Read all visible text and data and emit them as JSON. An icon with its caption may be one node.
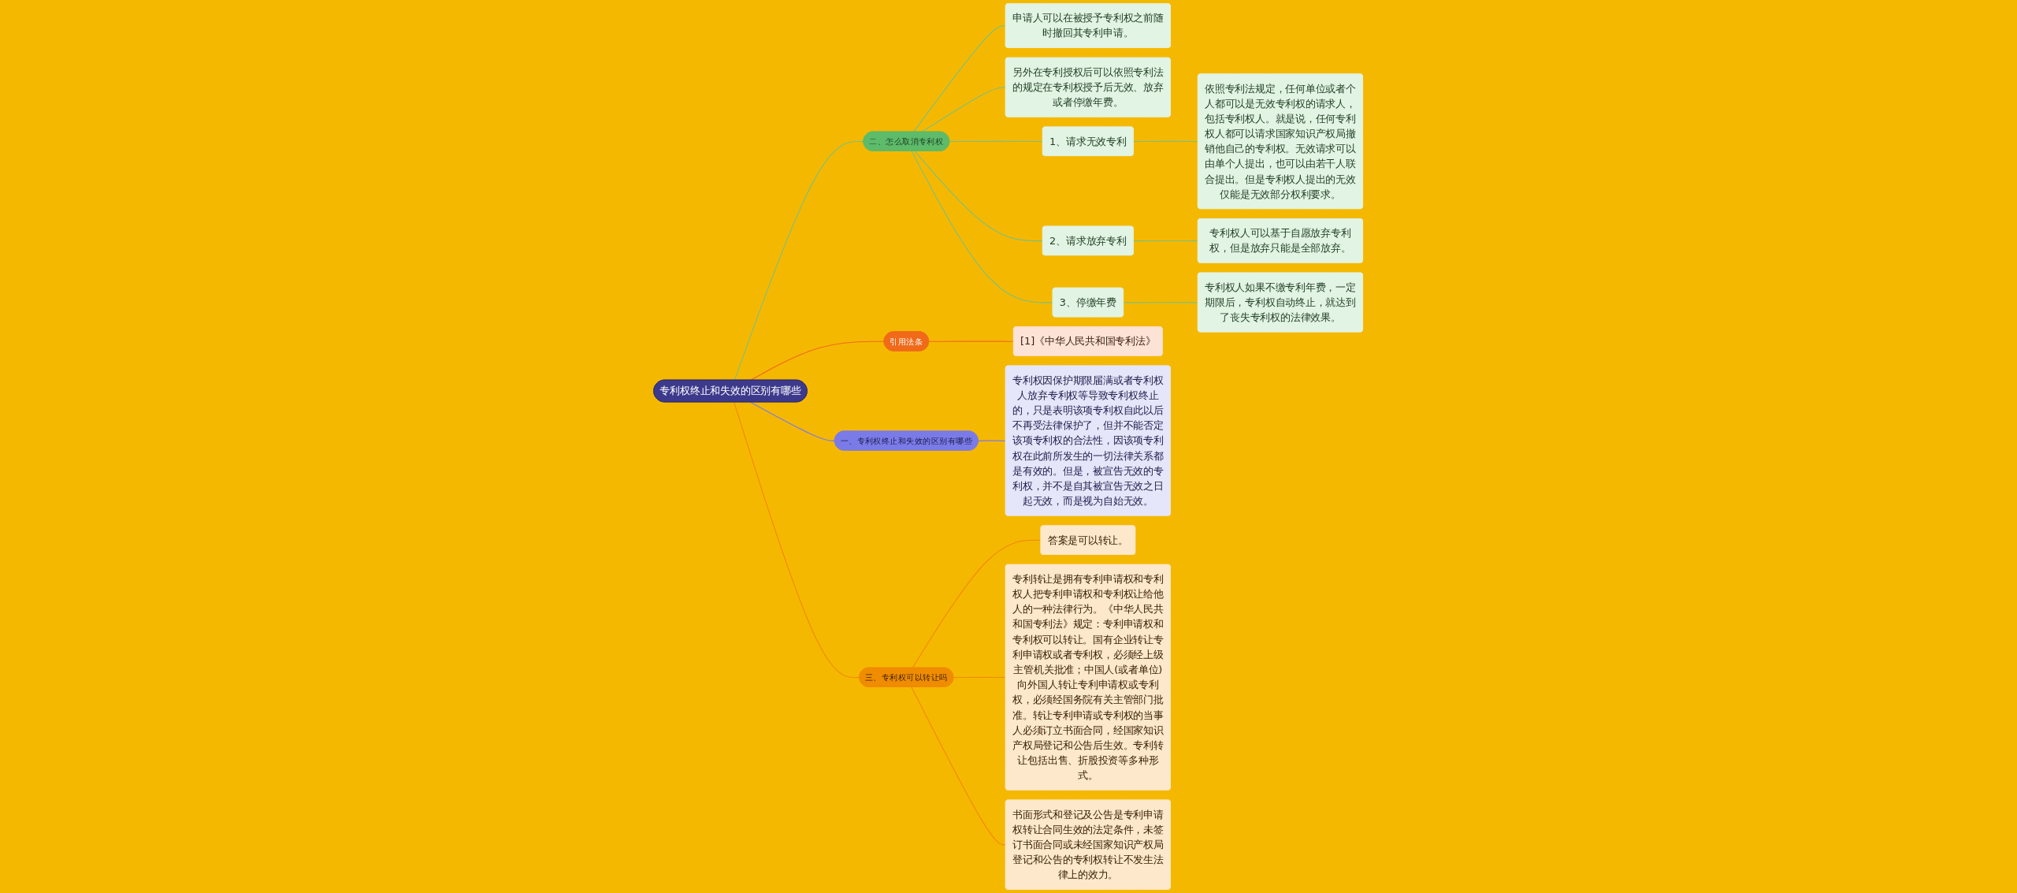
{
  "diagram": {
    "nodes": [
      {
        "text": [
          "专利权终止和失效的区别有哪些"
        ]
      },
      {
        "text": [
          "二、怎么取消专利权"
        ]
      },
      {
        "text": [
          "申请人可以在被授予专利权之前随时撤回其专利申请。"
        ]
      },
      {
        "text": [
          "另外在专利授权后可以依照专利法的规定在专利权授予后无效、放弃或者停缴年费。"
        ]
      },
      {
        "text": [
          "1、请求无效专利"
        ]
      },
      {
        "text": [
          "依照专利法规定，任何单位或者个人都可以是无效专利权的请求人，包括专利权人。就是说，任何专利权人都可以请求国家知识产权局撤销他自己的专利权。无效请求可以由单个人提出，也可以由若干人联合提出。但是专利权人提出的无效仅能是无效部分权利要求。"
        ]
      },
      {
        "text": [
          "2、请求放弃专利"
        ]
      },
      {
        "text": [
          "专利权人可以基于自愿放弃专利权，但是放弃只能是全部放弃。"
        ]
      },
      {
        "text": [
          "3、停缴年费"
        ]
      },
      {
        "text": [
          "专利权人如果不缴专利年费，一定期限后，专利权自动终止，就达到了丧失专利权的法律效果。"
        ]
      },
      {
        "text": [
          "引用法条"
        ]
      },
      {
        "text": [
          "[1]《中华人民共和国专利法》"
        ]
      },
      {
        "text": [
          "一、专利权终止和失效的区别有哪些"
        ]
      },
      {
        "text": [
          "专利权因保护期限届满或者专利权人放弃专利权等导致专利权终止的，只是表明该项专利权自此以后不再受法律保护了，但并不能否定该项专利权的合法性，因该项专利权在此前所发生的一切法律关系都是有效的。但是，被宣告无效的专利权，并不是自其被宣告无效之日起无效，而是视为自始无效。"
        ]
      },
      {
        "text": [
          "三、专利权可以转让吗"
        ]
      },
      {
        "text": [
          "答案是可以转让。"
        ]
      },
      {
        "text": [
          "专利转让是拥有专利申请权和专利权人把专利申请权和专利权让给他人的一种法律行为。《中华人民共和国专利法》规定：专利申请权和专利权可以转让。国有企业转让专利申请权或者专利权，必须经上级主管机关批准；中国人(或者单位)向外国人转让专利申请权或专利权，必须经国务院有关主管部门批准。转让专利申请或专利权的当事人必须订立书面合同，经国家知识产权局登记和公告后生效。专利转让包括出售、折股投资等多种形式。"
        ]
      },
      {
        "text": [
          "书面形式和登记及公告是专利申请权转让合同生效的法定条件，未签订书面合同或未经国家知识产权局登记和公告的专利权转让不发生法律上的效力。"
        ]
      }
    ],
    "edges": [
      {
        "from": 0,
        "to": 1,
        "arrow": "none"
      },
      {
        "from": 1,
        "to": 2,
        "arrow": "none"
      },
      {
        "from": 1,
        "to": 3,
        "arrow": "none"
      },
      {
        "from": 1,
        "to": 4,
        "arrow": "none"
      },
      {
        "from": 4,
        "to": 5,
        "arrow": "none"
      },
      {
        "from": 1,
        "to": 6,
        "arrow": "none"
      },
      {
        "from": 6,
        "to": 7,
        "arrow": "none"
      },
      {
        "from": 1,
        "to": 8,
        "arrow": "none"
      },
      {
        "from": 8,
        "to": 9,
        "arrow": "none"
      },
      {
        "from": 0,
        "to": 10,
        "arrow": "none",
        "color": "#f06a1a"
      },
      {
        "from": 10,
        "to": 11,
        "arrow": "none",
        "color": "#f06a1a"
      },
      {
        "from": 0,
        "to": 12,
        "arrow": "none",
        "color": "#7b7be8"
      },
      {
        "from": 12,
        "to": 13,
        "arrow": "none",
        "color": "#7b7be8"
      },
      {
        "from": 0,
        "to": 14,
        "arrow": "none",
        "color": "#f08c00"
      },
      {
        "from": 14,
        "to": 15,
        "arrow": "none",
        "color": "#f08c00"
      },
      {
        "from": 14,
        "to": 16,
        "arrow": "none",
        "color": "#f08c00"
      },
      {
        "from": 14,
        "to": 17,
        "arrow": "none",
        "color": "#f08c00"
      }
    ]
  }
}
